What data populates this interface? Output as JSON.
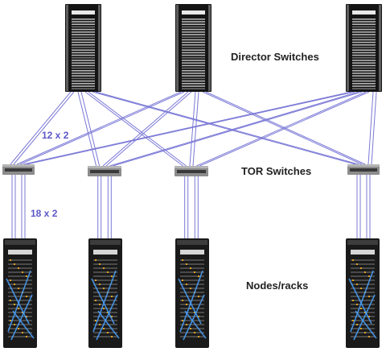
{
  "labels": {
    "director": "Director Switches",
    "tor": "TOR Switches",
    "nodes": "Nodes/racks",
    "director_tor_links": "12 x 2",
    "tor_node_links": "18 x 2"
  },
  "colors": {
    "link": "#7a78d6",
    "count_text": "#5b57c8",
    "cabinet_dark": "#141414",
    "cabinet_highlight": "#5e5e5e",
    "port_row": "#c7c7c7",
    "tor_body": "#8c8c8c",
    "rack_body": "#1a1a1a",
    "rack_cable": "#4aa3ff",
    "rack_led": "#e0a020"
  },
  "icons": {
    "director_switch": "director-switch-icon",
    "tor_switch": "tor-switch-icon",
    "rack": "node-rack-icon"
  }
}
